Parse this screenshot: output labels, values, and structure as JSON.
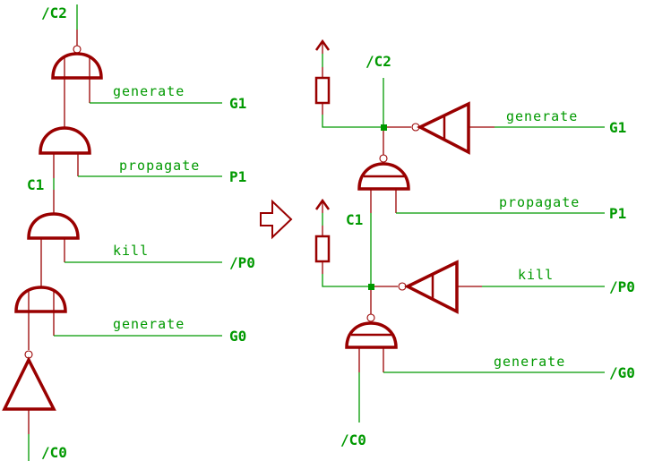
{
  "title": "Carry chain gate transformation schematic",
  "colors": {
    "wire": "#009900",
    "component": "#990000",
    "background": "#ffffff"
  },
  "left_circuit": {
    "top_net": "/C2",
    "mid_net": "C1",
    "bottom_net": "/C0",
    "rows": [
      {
        "label": "generate",
        "port": "G1"
      },
      {
        "label": "propagate",
        "port": "P1"
      },
      {
        "label": "kill",
        "port": "/P0"
      },
      {
        "label": "generate",
        "port": "G0"
      }
    ]
  },
  "transform_arrow": {
    "icon": "right-arrow-icon"
  },
  "right_circuit": {
    "top_net": "/C2",
    "mid_net": "C1",
    "bottom_net": "/C0",
    "rows": [
      {
        "label": "generate",
        "port": "G1"
      },
      {
        "label": "propagate",
        "port": "P1"
      },
      {
        "label": "kill",
        "port": "/P0"
      },
      {
        "label": "generate",
        "port": "/G0"
      }
    ]
  }
}
